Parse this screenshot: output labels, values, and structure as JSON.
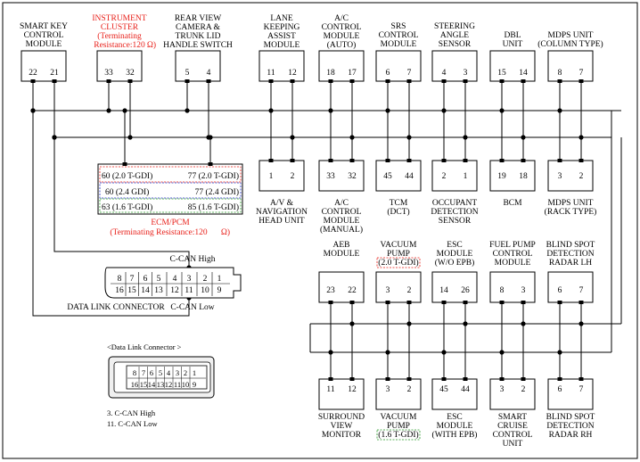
{
  "modules_top": [
    {
      "id": "smk",
      "lines": [
        "SMART KEY",
        "CONTROL",
        "MODULE"
      ],
      "pins": [
        "22",
        "21"
      ],
      "red": false
    },
    {
      "id": "cluster",
      "lines": [
        "INSTRUMENT",
        "CLUSTER",
        "(Terminating",
        "Resistance:120"
      ],
      "ohm": "Ω)",
      "pins": [
        "33",
        "32"
      ],
      "red": true
    },
    {
      "id": "rvc",
      "lines": [
        "REAR VIEW",
        "CAMERA &",
        "TRUNK LID",
        "HANDLE SWITCH"
      ],
      "pins": [
        "5",
        "4"
      ],
      "red": false
    },
    {
      "id": "lka",
      "lines": [
        "LANE",
        "KEEPING",
        "ASSIST",
        "MODULE"
      ],
      "pins": [
        "11",
        "12"
      ],
      "red": false
    },
    {
      "id": "ac",
      "lines": [
        "A/C",
        "CONTROL",
        "MODULE",
        "(AUTO)"
      ],
      "pins": [
        "18",
        "17"
      ],
      "red": false
    },
    {
      "id": "srs",
      "lines": [
        "SRS",
        "CONTROL",
        "MODULE"
      ],
      "pins": [
        "6",
        "7"
      ],
      "red": false
    },
    {
      "id": "sas",
      "lines": [
        "STEERING",
        "ANGLE",
        "SENSOR"
      ],
      "pins": [
        "4",
        "3"
      ],
      "red": false
    },
    {
      "id": "dbl",
      "lines": [
        "DBL",
        "UNIT"
      ],
      "pins": [
        "15",
        "14"
      ],
      "red": false
    },
    {
      "id": "mdps_col",
      "lines": [
        "MDPS UNIT",
        "(COLUMN TYPE)"
      ],
      "pins": [
        "8",
        "7"
      ],
      "red": false
    }
  ],
  "modules_mid": [
    {
      "id": "avn",
      "lines": [
        "A/V &",
        "NAVIGATION",
        "HEAD UNIT"
      ],
      "pins": [
        "1",
        "2"
      ]
    },
    {
      "id": "ac_man",
      "lines": [
        "A/C",
        "CONTROL",
        "MODULE",
        "(MANUAL)"
      ],
      "pins": [
        "33",
        "32"
      ]
    },
    {
      "id": "tcm",
      "lines": [
        "TCM",
        "(DCT)"
      ],
      "pins": [
        "45",
        "44"
      ]
    },
    {
      "id": "ods",
      "lines": [
        "OCCUPANT",
        "DETECTION",
        "SENSOR"
      ],
      "pins": [
        "2",
        "1"
      ]
    },
    {
      "id": "bcm",
      "lines": [
        "BCM"
      ],
      "pins": [
        "19",
        "18"
      ]
    },
    {
      "id": "mdps_rack",
      "lines": [
        "MDPS UNIT",
        "(RACK TYPE)"
      ],
      "pins": [
        "3",
        "2"
      ]
    }
  ],
  "ecm": {
    "rows": [
      {
        "left": "60 (2.0 T-GDI)",
        "right": "77 (2.0 T-GDI)"
      },
      {
        "left": "60 (2.4 GDI)",
        "right": "77 (2.4 GDI)"
      },
      {
        "left": "63 (1.6 T-GDI)",
        "right": "85 (1.6 T-GDI)"
      }
    ],
    "title": "ECM/PCM",
    "subtitle": "(Terminating Resistance:120",
    "ohm": "Ω)"
  },
  "dlc": {
    "top_pins": [
      "8",
      "7",
      "6",
      "5",
      "4",
      "3",
      "2",
      "1"
    ],
    "bottom_pins": [
      "16",
      "15",
      "14",
      "13",
      "12",
      "11",
      "10",
      "9"
    ],
    "label": "DATA LINK CONNECTOR",
    "high": "C-CAN High",
    "low": "C-CAN Low"
  },
  "dlc_legend": {
    "title": "<Data Link Connector  >",
    "top_pins": [
      "8",
      "7",
      "6",
      "5",
      "4",
      "3",
      "2",
      "1"
    ],
    "bottom_pins": [
      "16",
      "15",
      "14",
      "13",
      "12",
      "11",
      "10",
      "9"
    ],
    "note1": "3. C-CAN High",
    "note2": "11. C-CAN Low"
  },
  "modules_lower_top": [
    {
      "id": "aeb",
      "lines": [
        "AEB",
        "MODULE"
      ],
      "sub": "",
      "pins": [
        "23",
        "22"
      ]
    },
    {
      "id": "vac",
      "lines": [
        "VACUUM",
        "PUMP"
      ],
      "sub": "(2.0 T-GDI)",
      "pins": [
        "3",
        "2"
      ]
    },
    {
      "id": "esc_wo",
      "lines": [
        "ESC",
        "MODULE",
        "(W/O EPB)"
      ],
      "sub": "",
      "pins": [
        "14",
        "26"
      ]
    },
    {
      "id": "fuel",
      "lines": [
        "FUEL PUMP",
        "CONTROL",
        "MODULE"
      ],
      "sub": "",
      "pins": [
        "8",
        "3"
      ]
    },
    {
      "id": "bsd_lh",
      "lines": [
        "BLIND SPOT",
        "DETECTION",
        "RADAR LH"
      ],
      "sub": "",
      "pins": [
        "6",
        "7"
      ]
    }
  ],
  "modules_lower_bottom": [
    {
      "id": "svm",
      "lines": [
        "SURROUND",
        "VIEW",
        "MONITOR"
      ],
      "sub": "",
      "pins": [
        "11",
        "12"
      ]
    },
    {
      "id": "vac16",
      "lines": [
        "VACUUM",
        "PUMP"
      ],
      "sub": "(1.6 T-GDI)",
      "pins": [
        "3",
        "2"
      ]
    },
    {
      "id": "esc_w",
      "lines": [
        "ESC",
        "MODULE",
        "(WITH EPB)"
      ],
      "sub": "",
      "pins": [
        "45",
        "44"
      ]
    },
    {
      "id": "scc",
      "lines": [
        "SMART",
        "CRUISE",
        "CONTROL",
        "UNIT"
      ],
      "sub": "",
      "pins": [
        "3",
        "2"
      ]
    },
    {
      "id": "bsd_rh",
      "lines": [
        "BLIND SPOT",
        "DETECTION",
        "RADAR RH"
      ],
      "sub": "",
      "pins": [
        "6",
        "7"
      ]
    }
  ]
}
